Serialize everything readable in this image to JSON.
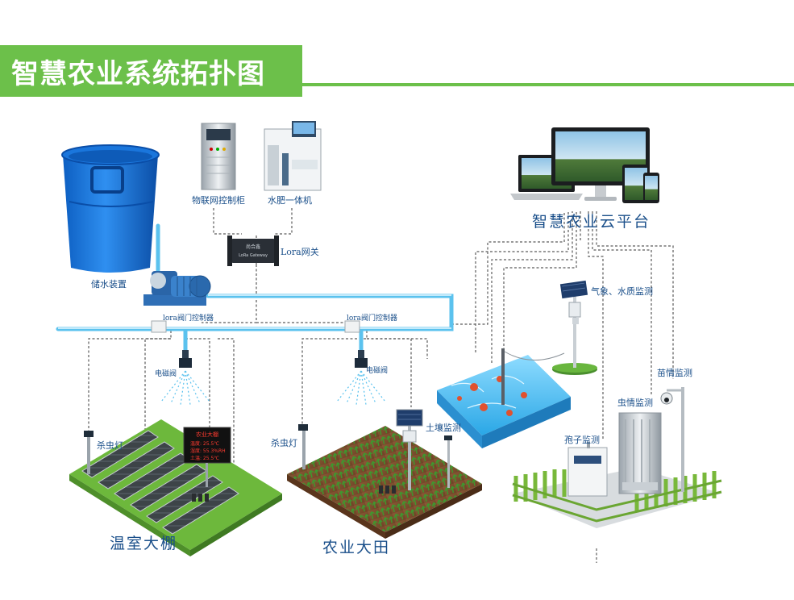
{
  "title": "智慧农业系统拓扑图",
  "labels": {
    "water_storage": "储水装置",
    "iot_cabinet": "物联网控制柜",
    "fertigation": "水肥一体机",
    "lora_gateway": "Lora网关",
    "gateway_device_top": "尚合鑫",
    "gateway_device_bottom": "LoRa Gateway",
    "cloud_platform": "智慧农业云平台",
    "valve_ctrl_left": "lora阀门控制器",
    "valve_ctrl_right": "lora阀门控制器",
    "solenoid_left": "电磁阀",
    "solenoid_right": "电磁阀",
    "weather_water": "气象、水质监测",
    "insect_lamp_left": "杀虫灯",
    "insect_lamp_right": "杀虫灯",
    "soil_monitor": "土壤监测",
    "seedling_monitor": "苗情监测",
    "pest_monitor": "虫情监测",
    "spore_monitor": "孢子监测",
    "greenhouse": "温室大棚",
    "farmland": "农业大田"
  },
  "led_panel": {
    "title": "农业大棚",
    "rows": [
      "温度: 25.5℃",
      "湿度: 55.3%RH",
      "土温: 25.5℃"
    ]
  },
  "colors": {
    "accent_green": "#6cc04a",
    "pipe_blue": "#5bc2ee",
    "label_blue": "#1a4f8a"
  }
}
